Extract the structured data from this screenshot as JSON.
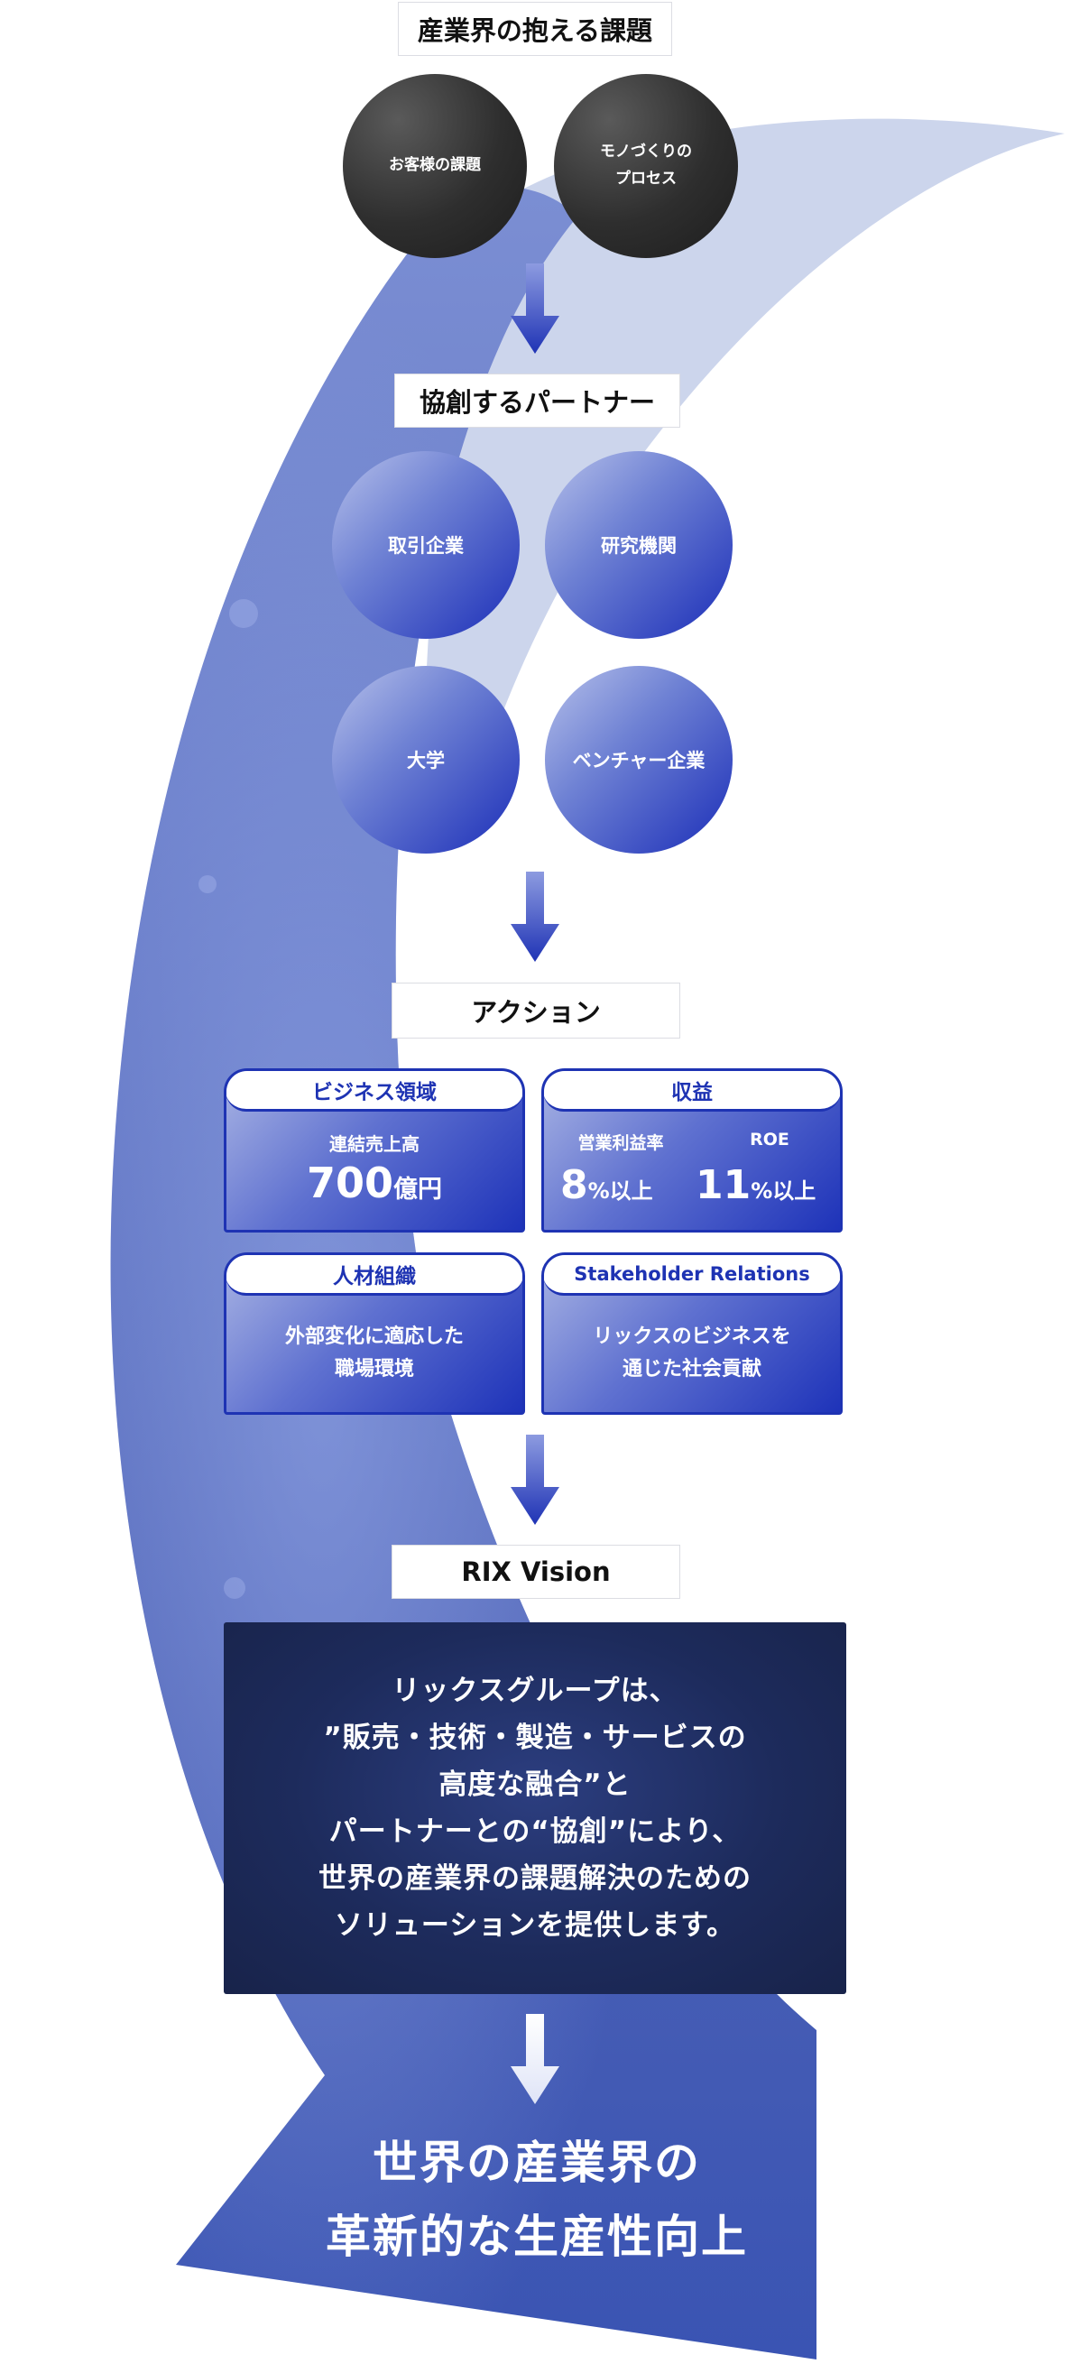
{
  "colors": {
    "accent_blue": "#1e33b3",
    "dark_navy": "#1d2b5c",
    "swoosh_blue": "#5a6fc0"
  },
  "sections": {
    "challenges": {
      "title": "産業界の抱える課題",
      "circles": [
        {
          "label": "お客様の課題"
        },
        {
          "label_line1": "モノづくりの",
          "label_line2": "プロセス"
        }
      ]
    },
    "partners": {
      "title": "協創するパートナー",
      "circles": [
        "取引企業",
        "研究機関",
        "大学",
        "ベンチャー企業"
      ]
    },
    "action": {
      "title": "アクション",
      "cards": {
        "business": {
          "head": "ビジネス領域",
          "sub": "連結売上高",
          "value": "700",
          "unit": "億円"
        },
        "profit": {
          "head": "収益",
          "sub1": "営業利益率",
          "value1": "8",
          "unit1": "%以上",
          "sub2": "ROE",
          "value2": "11",
          "unit2": "%以上"
        },
        "people": {
          "head": "人材組織",
          "line1": "外部変化に適応した",
          "line2": "職場環境"
        },
        "stakeholder": {
          "head": "Stakeholder Relations",
          "line1": "リックスのビジネスを",
          "line2": "通じた社会貢献"
        }
      }
    },
    "vision": {
      "title": "RIX Vision",
      "lines": [
        "リックスグループは、",
        "”販売・技術・製造・サービスの",
        "高度な融合”と",
        "パートナーとの“協創”により、",
        "世界の産業界の課題解決のための",
        "ソリューションを提供します。"
      ]
    },
    "goal": {
      "line1": "世界の産業界の",
      "line2": "革新的な生産性向上"
    }
  }
}
